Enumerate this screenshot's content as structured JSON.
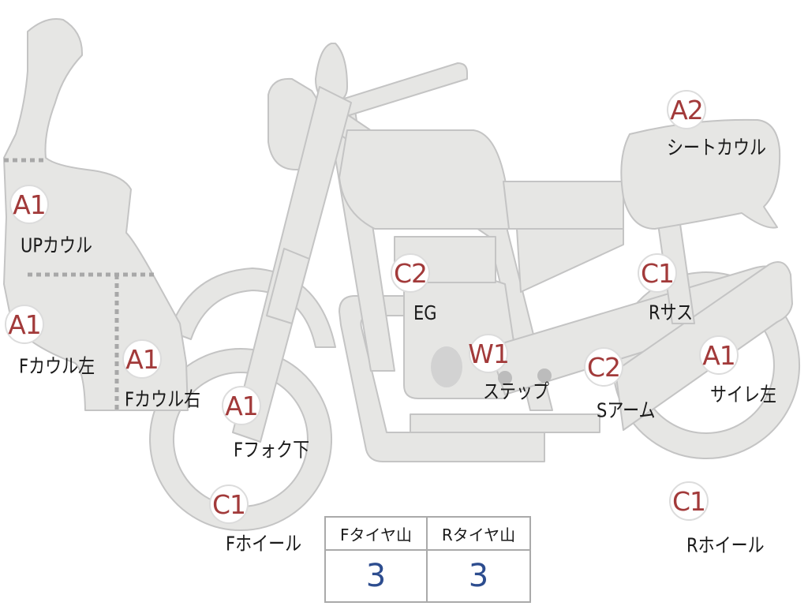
{
  "colors": {
    "part_fill": "#e6e6e4",
    "part_stroke": "#c4c4c4",
    "badge_text": "#a23a3a",
    "value_text": "#2d4d8f",
    "divider": "#9a9a9a"
  },
  "parts": [
    {
      "id": "up_cowl",
      "grade": "A1",
      "label": "UPカウル"
    },
    {
      "id": "f_cowl_l",
      "grade": "A1",
      "label": "Fカウル左"
    },
    {
      "id": "f_cowl_r",
      "grade": "A1",
      "label": "Fカウル右"
    },
    {
      "id": "f_fork",
      "grade": "A1",
      "label": "Fフォク下"
    },
    {
      "id": "f_wheel",
      "grade": "C1",
      "label": "Fホイール"
    },
    {
      "id": "eg",
      "grade": "C2",
      "label": "EG"
    },
    {
      "id": "step",
      "grade": "W1",
      "label": "ステップ"
    },
    {
      "id": "s_arm",
      "grade": "C2",
      "label": "Sアーム"
    },
    {
      "id": "r_sus",
      "grade": "C1",
      "label": "Rサス"
    },
    {
      "id": "seat_cowl",
      "grade": "A2",
      "label": "シートカウル"
    },
    {
      "id": "silencer",
      "grade": "A1",
      "label": "サイレ左"
    },
    {
      "id": "r_wheel",
      "grade": "C1",
      "label": "Rホイール"
    }
  ],
  "tyre_table": {
    "headers": [
      "Fタイヤ山",
      "Rタイヤ山"
    ],
    "values": [
      "3",
      "3"
    ]
  }
}
